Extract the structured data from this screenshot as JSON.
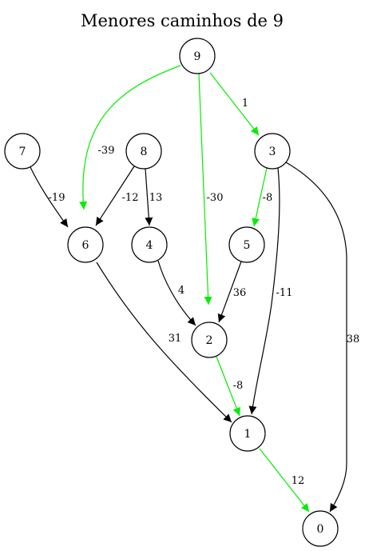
{
  "title": "Menores caminhos de 9",
  "colors": {
    "highlight": "#00ee00",
    "normal": "#000000"
  },
  "nodes": [
    {
      "id": "9",
      "label": "9"
    },
    {
      "id": "7",
      "label": "7"
    },
    {
      "id": "8",
      "label": "8"
    },
    {
      "id": "3",
      "label": "3"
    },
    {
      "id": "6",
      "label": "6"
    },
    {
      "id": "4",
      "label": "4"
    },
    {
      "id": "5",
      "label": "5"
    },
    {
      "id": "2",
      "label": "2"
    },
    {
      "id": "1",
      "label": "1"
    },
    {
      "id": "0",
      "label": "0"
    }
  ],
  "edges": [
    {
      "id": "9-6",
      "from": "9",
      "to": "6",
      "weight": "-39",
      "highlight": true
    },
    {
      "id": "9-2",
      "from": "9",
      "to": "2",
      "weight": "-30",
      "highlight": true
    },
    {
      "id": "9-3",
      "from": "9",
      "to": "3",
      "weight": "1",
      "highlight": true
    },
    {
      "id": "7-6",
      "from": "7",
      "to": "6",
      "weight": "-19",
      "highlight": false
    },
    {
      "id": "8-6",
      "from": "8",
      "to": "6",
      "weight": "-12",
      "highlight": false
    },
    {
      "id": "8-4",
      "from": "8",
      "to": "4",
      "weight": "13",
      "highlight": false
    },
    {
      "id": "3-5",
      "from": "3",
      "to": "5",
      "weight": "-8",
      "highlight": true
    },
    {
      "id": "3-1",
      "from": "3",
      "to": "1",
      "weight": "-11",
      "highlight": false
    },
    {
      "id": "3-0",
      "from": "3",
      "to": "0",
      "weight": "38",
      "highlight": false
    },
    {
      "id": "4-2",
      "from": "4",
      "to": "2",
      "weight": "4",
      "highlight": false
    },
    {
      "id": "5-2",
      "from": "5",
      "to": "2",
      "weight": "36",
      "highlight": false
    },
    {
      "id": "6-1",
      "from": "6",
      "to": "1",
      "weight": "31",
      "highlight": false
    },
    {
      "id": "2-1",
      "from": "2",
      "to": "1",
      "weight": "-8",
      "highlight": true
    },
    {
      "id": "1-0",
      "from": "1",
      "to": "0",
      "weight": "12",
      "highlight": true
    }
  ]
}
